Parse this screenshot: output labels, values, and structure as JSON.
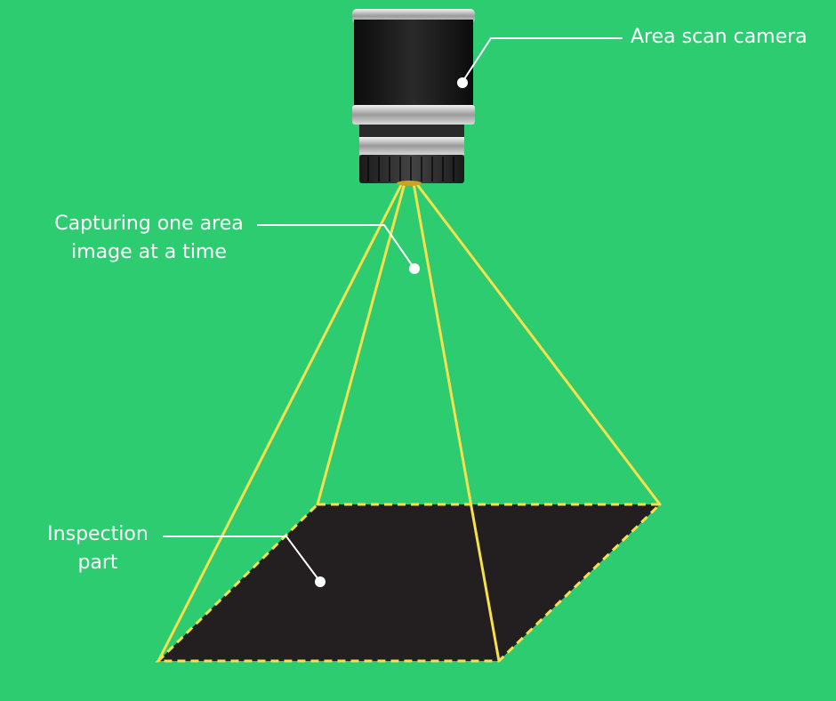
{
  "labels": {
    "camera": "Area scan camera",
    "capture_line1": "Capturing one area",
    "capture_line2": "image at a time",
    "part_line1": "Inspection",
    "part_line2": "part"
  },
  "colors": {
    "background": "#2ecc71",
    "beam": "#f7e04b",
    "part": "#231f20",
    "camera_body": "#141414",
    "leader": "#ffffff"
  }
}
